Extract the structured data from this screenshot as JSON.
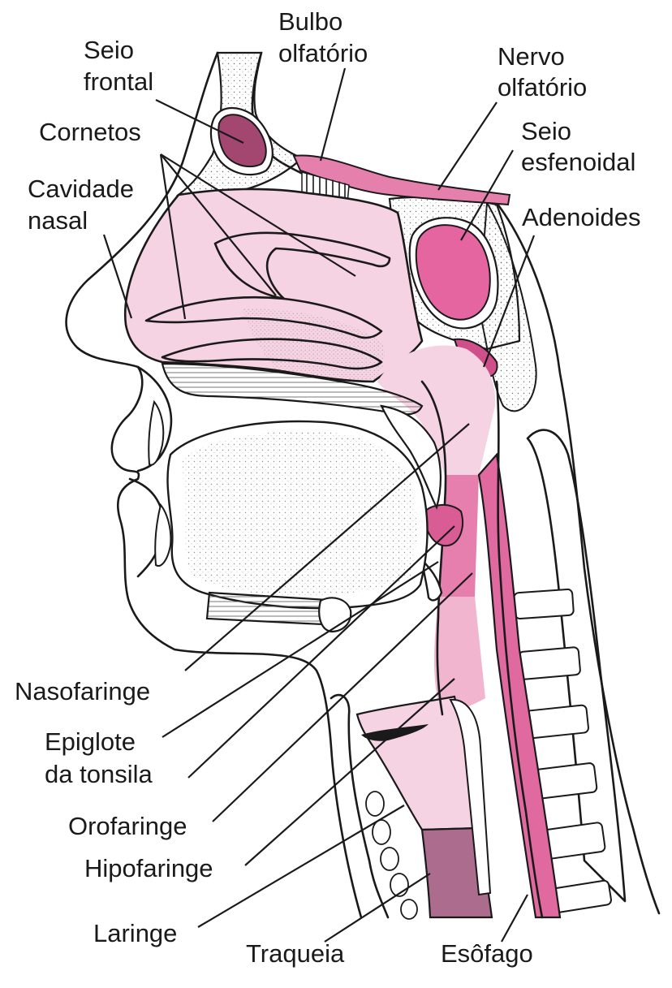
{
  "labels": {
    "bulbo_olfatorio": [
      "Bulbo",
      "olfatório"
    ],
    "seio_frontal": [
      "Seio",
      "frontal"
    ],
    "nervo_olfatorio": [
      "Nervo",
      "olfatório"
    ],
    "cornetos": [
      "Cornetos"
    ],
    "seio_esfenoidal": [
      "Seio",
      "esfenoidal"
    ],
    "cavidade_nasal": [
      "Cavidade",
      "nasal"
    ],
    "adenoides": [
      "Adenoides"
    ],
    "nasofaringe": [
      "Nasofaringe"
    ],
    "epiglote_da_tonsila": [
      "Epiglote",
      "da tonsila"
    ],
    "orofaringe": [
      "Orofaringe"
    ],
    "hipofaringe": [
      "Hipofaringe"
    ],
    "laringe": [
      "Laringe"
    ],
    "traqueia": [
      "Traqueia"
    ],
    "esofago": [
      "Esôfago"
    ]
  },
  "colors": {
    "outline": "#1a1a1a",
    "pink_light": "#f6d3e2",
    "pink_medium": "#efb0cc",
    "pink_strong": "#e0649c",
    "pink_deep": "#c0457e",
    "mauve": "#a9678a",
    "bone": "#f4f1f0"
  }
}
